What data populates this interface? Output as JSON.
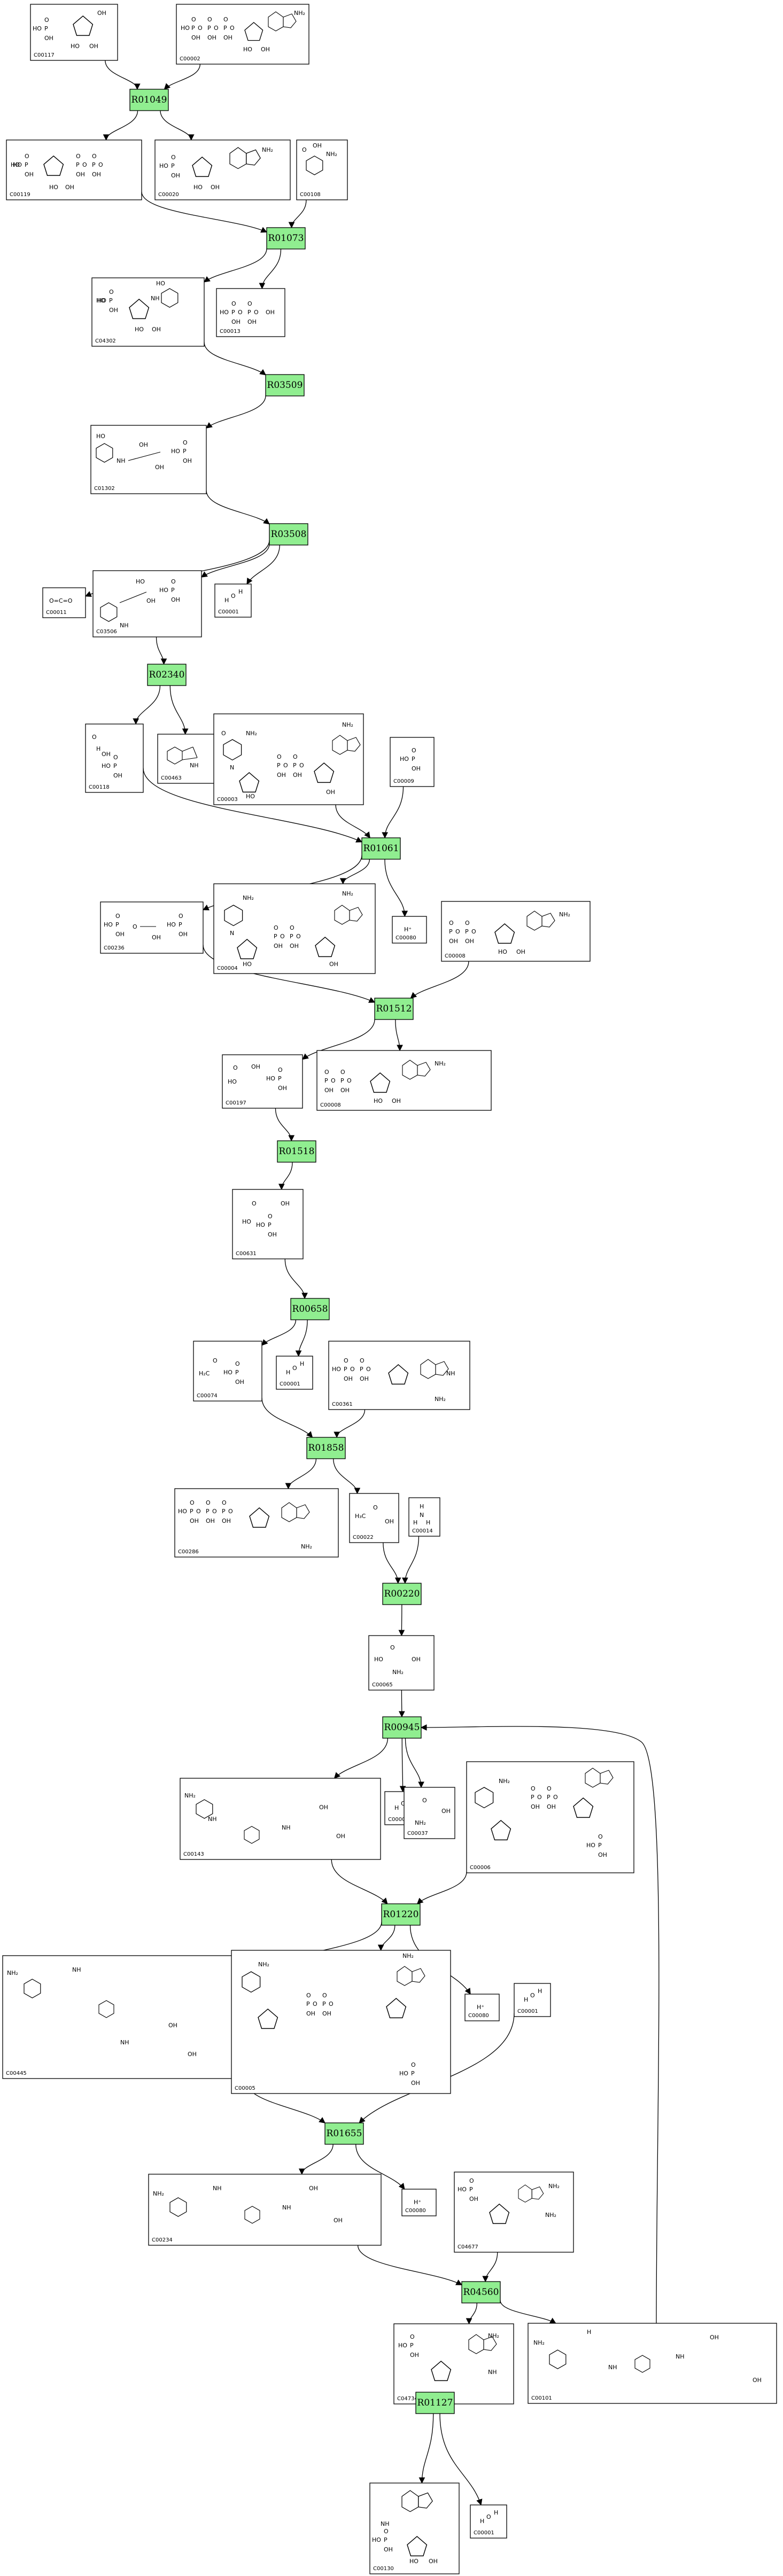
{
  "diagram": {
    "reactions": [
      "R01049",
      "R01073",
      "R03509",
      "R03508",
      "R02340",
      "R01061",
      "R01512",
      "R01518",
      "R00658",
      "R01858",
      "R00220",
      "R00945",
      "R01220",
      "R01655",
      "R04560",
      "R01127"
    ],
    "compounds": [
      "C00117",
      "C00002",
      "C00119",
      "C00020",
      "C00108",
      "C04302",
      "C00013",
      "C01302",
      "C03506",
      "C00011",
      "C00001",
      "C00118",
      "C00463",
      "C00003",
      "C00009",
      "C00236",
      "C00004",
      "C00080",
      "C00197",
      "C00008",
      "C00631",
      "C00074",
      "C00361",
      "C00286",
      "C00022",
      "C00014",
      "C00065",
      "C00143",
      "C00037",
      "C00006",
      "C00445",
      "C00005",
      "C00234",
      "C04677",
      "C04734",
      "C00101",
      "C00130"
    ],
    "atom_labels": {
      "OH": "OH",
      "HO": "HO",
      "O": "O",
      "P": "P",
      "NH2": "NH₂",
      "NH": "NH",
      "N": "N",
      "H": "H",
      "Hplus": "H⁺"
    }
  }
}
